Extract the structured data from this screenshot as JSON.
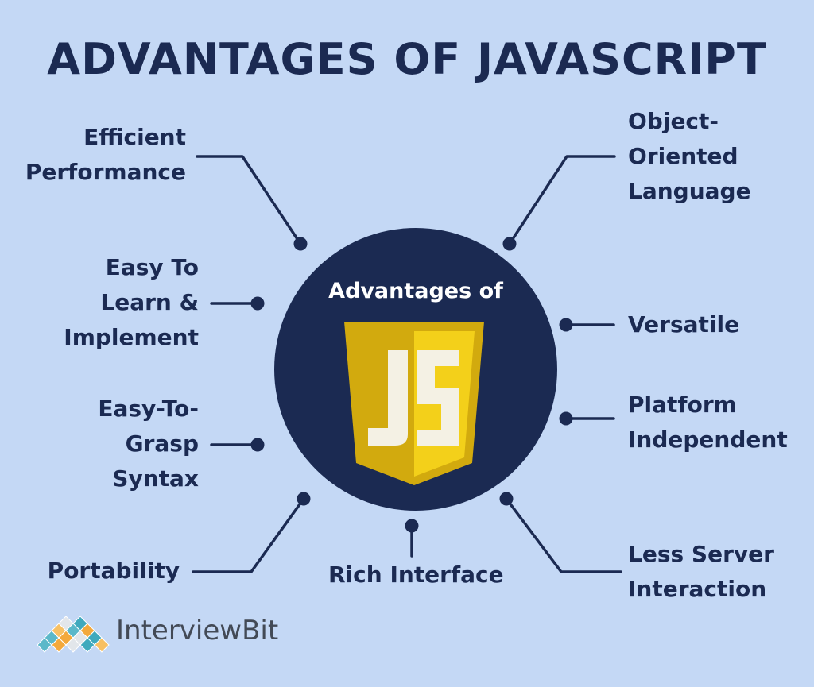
{
  "title": "ADVANTAGES OF JAVASCRIPT",
  "hub": {
    "title": "Advantages of",
    "logo_icon": "javascript-js-shield-icon",
    "logo_text": "JS",
    "colors": {
      "circle": "#1b2a52",
      "shield_dark": "#d2aa0e",
      "shield_light": "#f3d01a",
      "letters": "#f4f1e4"
    }
  },
  "advantages": [
    {
      "id": "efficient-performance",
      "lines": [
        "Efficient",
        "Performance"
      ]
    },
    {
      "id": "easy-to-learn",
      "lines": [
        "Easy To",
        "Learn &",
        "Implement"
      ]
    },
    {
      "id": "easy-to-grasp-syntax",
      "lines": [
        "Easy-To-",
        "Grasp",
        "Syntax"
      ]
    },
    {
      "id": "portability",
      "lines": [
        "Portability"
      ]
    },
    {
      "id": "rich-interface",
      "lines": [
        "Rich Interface"
      ]
    },
    {
      "id": "less-server-interaction",
      "lines": [
        "Less Server",
        "Interaction"
      ]
    },
    {
      "id": "platform-independent",
      "lines": [
        "Platform",
        "Independent"
      ]
    },
    {
      "id": "versatile",
      "lines": [
        "Versatile"
      ]
    },
    {
      "id": "object-oriented-language",
      "lines": [
        "Object-",
        "Oriented",
        "Language"
      ]
    }
  ],
  "brand": {
    "name_part1": "Interview",
    "name_part2": "Bit",
    "logo_icon": "interviewbit-diamond-grid-icon"
  },
  "colors": {
    "background": "#c4d8f5",
    "text": "#1b2a52",
    "connector": "#1b2a52",
    "brand_text": "#434a56"
  }
}
